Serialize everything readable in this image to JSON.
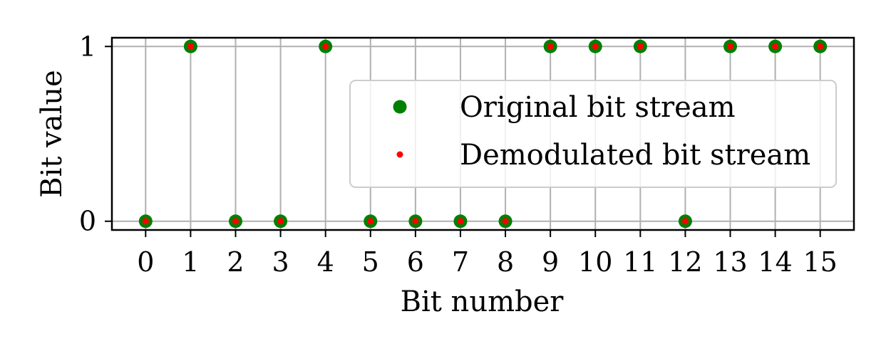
{
  "chart_data": {
    "type": "scatter",
    "title": "",
    "xlabel": "Bit number",
    "ylabel": "Bit value",
    "x": [
      0,
      1,
      2,
      3,
      4,
      5,
      6,
      7,
      8,
      9,
      10,
      11,
      12,
      13,
      14,
      15
    ],
    "xticks": [
      "0",
      "1",
      "2",
      "3",
      "4",
      "5",
      "6",
      "7",
      "8",
      "9",
      "10",
      "11",
      "12",
      "13",
      "14",
      "15"
    ],
    "yticks": [
      "0",
      "1"
    ],
    "xlim": [
      -0.75,
      15.75
    ],
    "ylim": [
      -0.05,
      1.05
    ],
    "grid": true,
    "legend_position": "center-right",
    "series": [
      {
        "name": "Original bit stream",
        "color": "#008000",
        "marker": "large-circle",
        "values": [
          0,
          1,
          0,
          0,
          1,
          0,
          0,
          0,
          0,
          1,
          1,
          1,
          0,
          1,
          1,
          1
        ]
      },
      {
        "name": "Demodulated bit stream",
        "color": "#ff0000",
        "marker": "small-dot",
        "values": [
          0,
          1,
          0,
          0,
          1,
          0,
          0,
          0,
          0,
          1,
          1,
          1,
          0,
          1,
          1,
          1
        ]
      }
    ]
  }
}
